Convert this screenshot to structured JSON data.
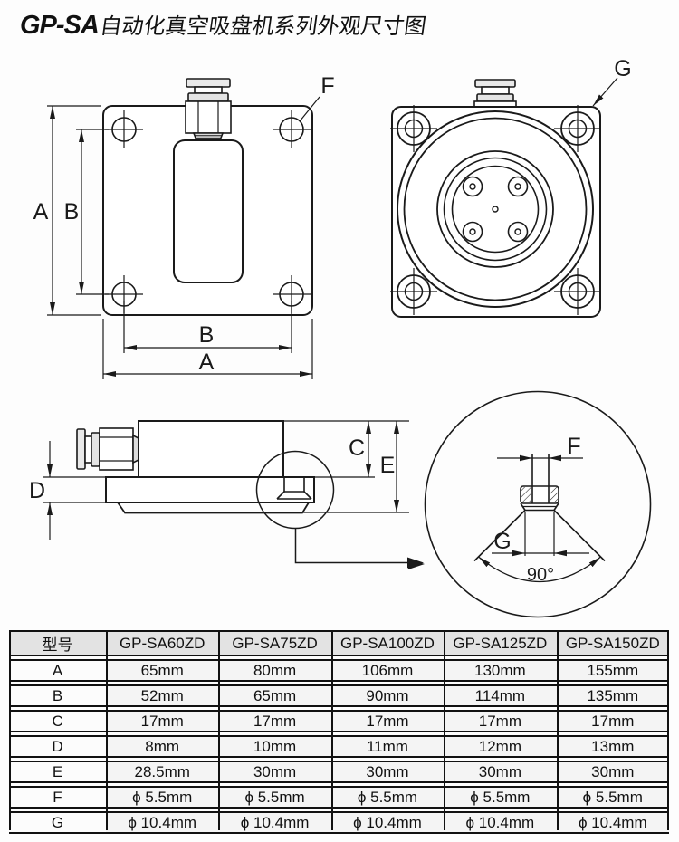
{
  "title": {
    "brand": "GP-SA",
    "suffix": "自动化真空吸盘机系列外观尺寸图"
  },
  "dims": {
    "A": "A",
    "B": "B",
    "C": "C",
    "D": "D",
    "E": "E",
    "F": "F",
    "G": "G",
    "angle": "90°"
  },
  "table": {
    "header": [
      "型号",
      "GP-SA60ZD",
      "GP-SA75ZD",
      "GP-SA100ZD",
      "GP-SA125ZD",
      "GP-SA150ZD"
    ],
    "rows": [
      {
        "label": "A",
        "values": [
          "65mm",
          "80mm",
          "106mm",
          "130mm",
          "155mm"
        ]
      },
      {
        "label": "B",
        "values": [
          "52mm",
          "65mm",
          "90mm",
          "114mm",
          "135mm"
        ]
      },
      {
        "label": "C",
        "values": [
          "17mm",
          "17mm",
          "17mm",
          "17mm",
          "17mm"
        ]
      },
      {
        "label": "D",
        "values": [
          "8mm",
          "10mm",
          "11mm",
          "12mm",
          "13mm"
        ]
      },
      {
        "label": "E",
        "values": [
          "28.5mm",
          "30mm",
          "30mm",
          "30mm",
          "30mm"
        ]
      },
      {
        "label": "F",
        "values": [
          "ϕ 5.5mm",
          "ϕ 5.5mm",
          "ϕ 5.5mm",
          "ϕ 5.5mm",
          "ϕ 5.5mm"
        ]
      },
      {
        "label": "G",
        "values": [
          "ϕ 10.4mm",
          "ϕ 10.4mm",
          "ϕ 10.4mm",
          "ϕ 10.4mm",
          "ϕ 10.4mm"
        ]
      }
    ]
  },
  "colors": {
    "line": "#1a1a1a",
    "header_bg": "#e3e3e3",
    "cell_bg": "#f4f4f4",
    "shade": "#e4e4e4"
  }
}
